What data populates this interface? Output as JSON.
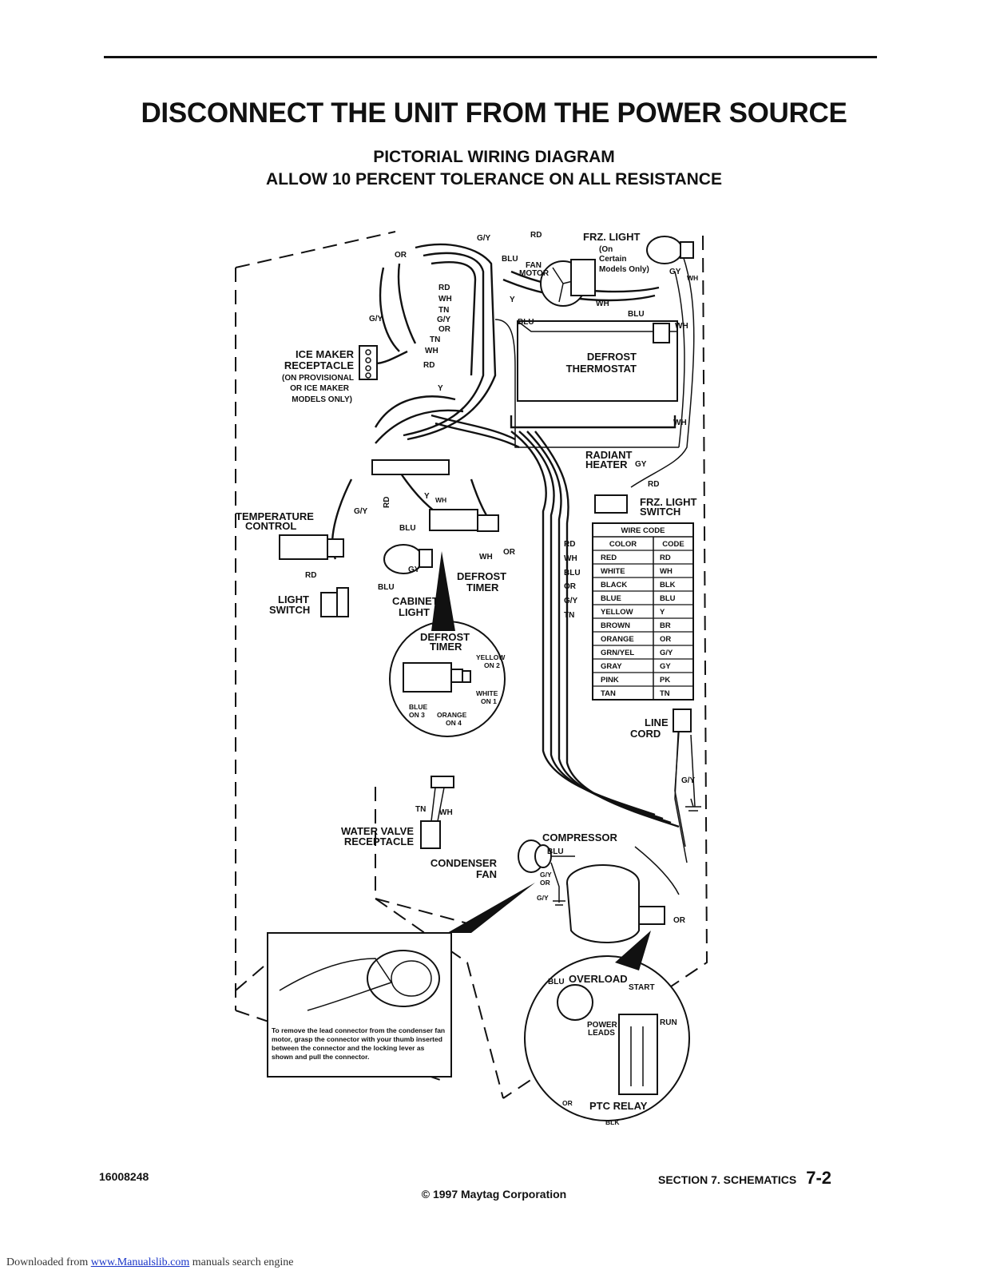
{
  "header": {
    "warning": "DISCONNECT THE UNIT FROM THE POWER SOURCE",
    "subtitle1": "PICTORIAL WIRING DIAGRAM",
    "subtitle2": "ALLOW 10 PERCENT TOLERANCE ON ALL RESISTANCE"
  },
  "labels": {
    "gy_top": "G/Y",
    "rd_top": "RD",
    "frz_light": "FRZ. LIGHT",
    "frz_light_note1": "(On",
    "frz_light_note2": "Certain",
    "frz_light_note3": "Models Only)",
    "or_top": "OR",
    "blu_top": "BLU",
    "fan": "FAN",
    "motor": "MOTOR",
    "gy_right": "GY",
    "wh_tiny": "WH",
    "rd1": "RD",
    "wh1": "WH",
    "tn1": "TN",
    "gy1": "G/Y",
    "or1": "OR",
    "y1": "Y",
    "wh_mid": "WH",
    "blu_mid": "BLU",
    "wh_right": "WH",
    "blu_th": "BLU",
    "gy_left": "G/Y",
    "tn2": "TN",
    "wh2": "WH",
    "rd2": "RD",
    "ice_maker1": "ICE MAKER",
    "ice_maker2": "RECEPTACLE",
    "ice_note1": "(ON PROVISIONAL",
    "ice_note2": "OR ICE MAKER",
    "ice_note3": "MODELS ONLY)",
    "defrost_thermostat1": "DEFROST",
    "defrost_thermostat2": "THERMOSTAT",
    "y2": "Y",
    "wh3": "WH",
    "radiant_heater1": "RADIANT",
    "radiant_heater2": "HEATER",
    "gy3": "GY",
    "rd3": "RD",
    "frz_switch1": "FRZ. LIGHT",
    "frz_switch2": "SWITCH",
    "temp_control1": "TEMPERATURE",
    "temp_control2": "CONTROL",
    "gy4": "G/Y",
    "rd4": "RD",
    "y3": "Y",
    "wh4": "WH",
    "blu4": "BLU",
    "rd5": "RD",
    "gy5": "GY",
    "wh5": "WH",
    "or5": "OR",
    "blu5": "BLU",
    "defrost_timer1": "DEFROST",
    "defrost_timer2": "TIMER",
    "cabinet_light1": "CABINET",
    "cabinet_light2": "LIGHT",
    "light_switch1": "LIGHT",
    "light_switch2": "SWITCH",
    "bundle_rd": "RD",
    "bundle_wh": "WH",
    "bundle_blu": "BLU",
    "bundle_or": "OR",
    "bundle_gy": "G/Y",
    "bundle_tn": "TN",
    "inset_timer1": "DEFROST",
    "inset_timer2": "TIMER",
    "yellow_on2a": "YELLOW",
    "yellow_on2b": "ON 2",
    "white_on1a": "WHITE",
    "white_on1b": "ON 1",
    "blue_on3a": "BLUE",
    "blue_on3b": "ON 3",
    "orange_on4a": "ORANGE",
    "orange_on4b": "ON 4",
    "line_cord1": "LINE",
    "line_cord2": "CORD",
    "gy6": "G/Y",
    "tn3": "TN",
    "wh6": "WH",
    "water_valve1": "WATER VALVE",
    "water_valve2": "RECEPTACLE",
    "compressor": "COMPRESSOR",
    "blu6": "BLU",
    "condenser_fan1": "CONDENSER",
    "condenser_fan2": "FAN",
    "gy7": "G/Y",
    "or6": "OR",
    "gy8": "G/Y",
    "or7": "OR",
    "blu7": "BLU",
    "overload": "OVERLOAD",
    "start": "START",
    "run": "RUN",
    "power_leads1": "POWER",
    "power_leads2": "LEADS",
    "or8": "OR",
    "ptc_relay": "PTC RELAY",
    "blk": "BLK"
  },
  "wire_code": {
    "title": "WIRE CODE",
    "headers": [
      "COLOR",
      "CODE"
    ],
    "rows": [
      [
        "RED",
        "RD"
      ],
      [
        "WHITE",
        "WH"
      ],
      [
        "BLACK",
        "BLK"
      ],
      [
        "BLUE",
        "BLU"
      ],
      [
        "YELLOW",
        "Y"
      ],
      [
        "BROWN",
        "BR"
      ],
      [
        "ORANGE",
        "OR"
      ],
      [
        "GRN/YEL",
        "G/Y"
      ],
      [
        "GRAY",
        "GY"
      ],
      [
        "PINK",
        "PK"
      ],
      [
        "TAN",
        "TN"
      ]
    ]
  },
  "note": "To remove the lead connector from the condenser fan motor, grasp the connector with your thumb inserted between the connector and the locking lever as shown and pull the connector.",
  "footer": {
    "doc_number": "16008248",
    "section": "SECTION 7. SCHEMATICS",
    "page": "7-2",
    "copyright": "© 1997 Maytag Corporation",
    "download_prefix": "Downloaded from ",
    "download_link": "www.Manualslib.com",
    "download_suffix": " manuals search engine"
  }
}
